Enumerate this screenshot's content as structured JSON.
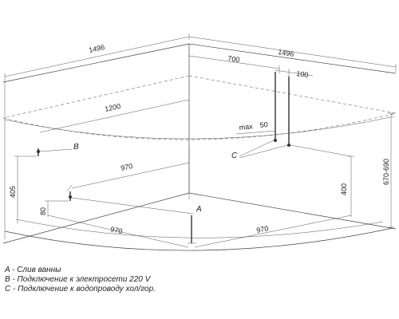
{
  "dimensions": {
    "overall_width_left": "1496",
    "overall_width_right": "1496",
    "rear_wall_span": "1200",
    "offset_700": "700",
    "offset_100": "100",
    "max_label": "max",
    "max_value": "50",
    "inner_970_upper": "970",
    "inner_970_left": "970",
    "inner_970_right": "970",
    "height_405": "405",
    "height_80": "80",
    "height_400": "400",
    "height_range": "670-690"
  },
  "markers": {
    "a": "A",
    "b": "B",
    "c": "C"
  },
  "legend": [
    "A - Слив ванны",
    "B - Подключение к электросети 220 V",
    "C - Подключение к водопроводу хол/гор."
  ]
}
